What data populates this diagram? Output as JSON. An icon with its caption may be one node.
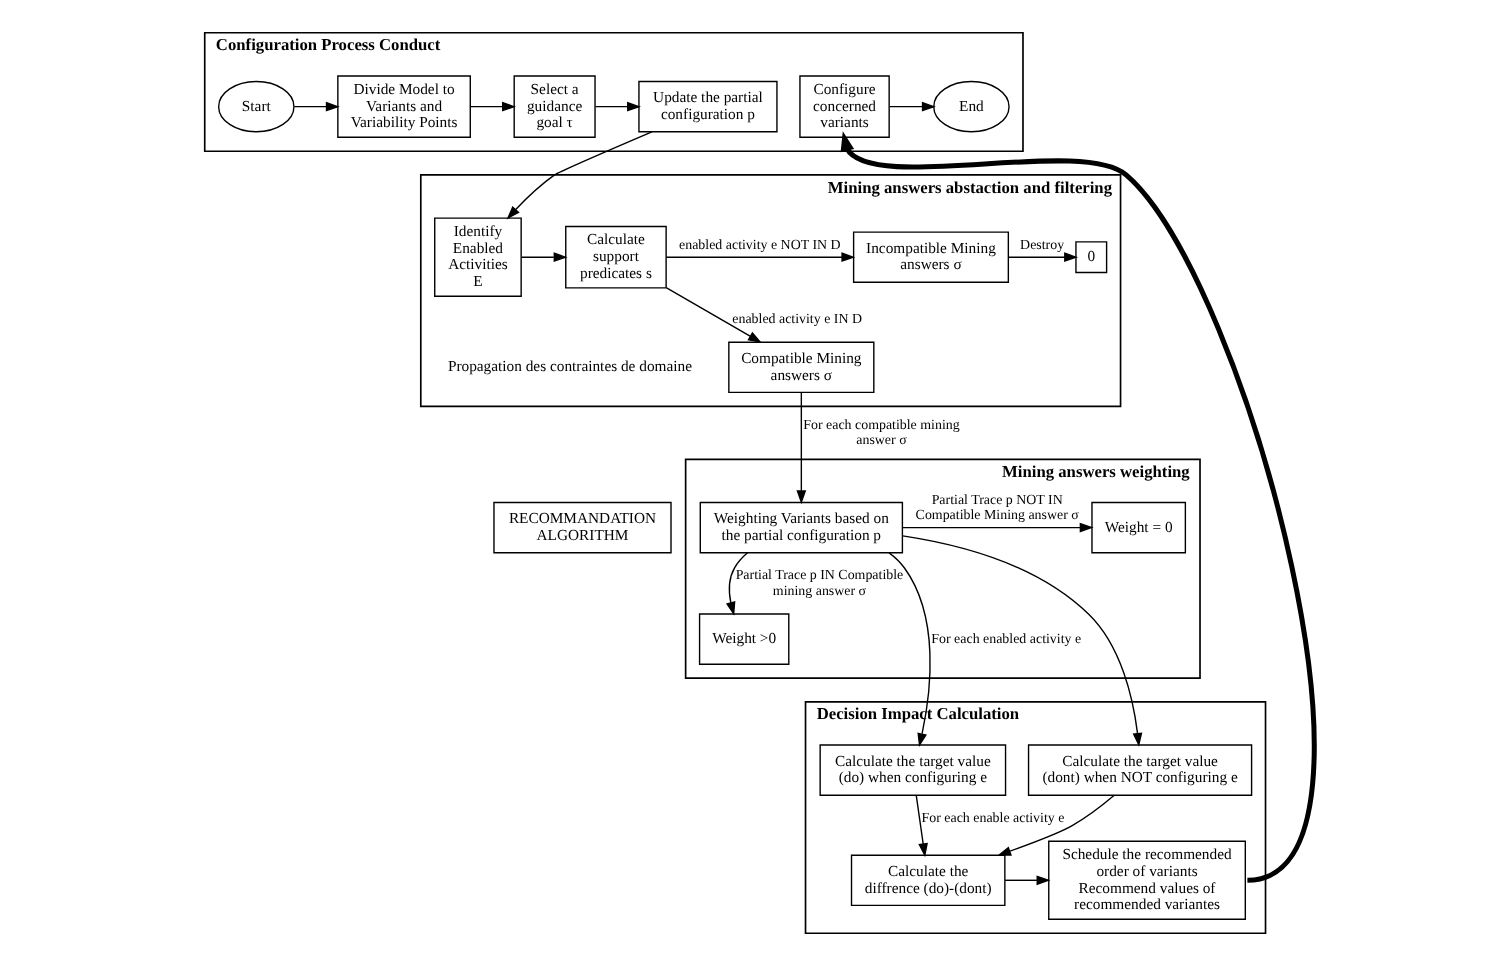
{
  "diagram": {
    "nodes": [
      {
        "text": [
          "Configuration Process Conduct"
        ]
      },
      {
        "text": [
          "Start"
        ],
        "in": 0
      },
      {
        "text": [
          "Divide Model to Variants and Variability Points"
        ],
        "in": 0
      },
      {
        "text": [
          "Select a guidance goal τ"
        ],
        "in": 0
      },
      {
        "text": [
          "Update the partial configuration p"
        ],
        "in": 0
      },
      {
        "text": [
          "Configure concerned variants"
        ],
        "in": 0
      },
      {
        "text": [
          "End"
        ],
        "in": 0
      },
      {
        "text": [
          "RECOMMANDATION ALGORITHM"
        ]
      },
      {
        "text": [
          "Mining answers abstaction and filtering"
        ]
      },
      {
        "text": [
          "Identify Enabled Activities E"
        ],
        "in": 8
      },
      {
        "text": [
          "Calculate support predicates s"
        ],
        "in": 8
      },
      {
        "text": [
          "Incompatible Mining answers σ"
        ],
        "in": 8
      },
      {
        "text": [
          "Compatible Mining answers σ"
        ],
        "in": 8
      },
      {
        "text": [
          "0"
        ],
        "in": 8
      },
      {
        "text": [
          "Mining answers weighting"
        ]
      },
      {
        "text": [
          "Weighting Variants based on the partial configuration p"
        ],
        "in": 14
      },
      {
        "text": [
          "Weight = 0"
        ],
        "in": 14
      },
      {
        "text": [
          "Weight >0"
        ],
        "in": 14
      },
      {
        "text": [
          "Decision Impact Calculation"
        ]
      },
      {
        "text": [
          "Calculate the target value (do) when configuring e"
        ],
        "in": 18
      },
      {
        "text": [
          "Calculate the target value (dont) when NOT configuring e"
        ],
        "in": 18
      },
      {
        "text": [
          "Calculate the diffrence (do)-(dont)"
        ],
        "in": 18
      },
      {
        "text": [
          "Schedule the recommended order of variants",
          "Recommend values of recommended variantes"
        ],
        "in": 18
      }
    ],
    "edges": [
      {
        "from": 1,
        "to": 2,
        "arrow": "to"
      },
      {
        "from": 2,
        "to": 3,
        "arrow": "to"
      },
      {
        "from": 3,
        "to": 4,
        "arrow": "to"
      },
      {
        "from": 4,
        "to": 9,
        "arrow": "to"
      },
      {
        "from": 5,
        "to": 6,
        "arrow": "to"
      },
      {
        "from": 9,
        "to": 10,
        "arrow": "to"
      },
      {
        "from": 10,
        "to": 11,
        "arrow": "to",
        "label": "enabled activity e NOT IN D"
      },
      {
        "from": 10,
        "to": 12,
        "arrow": "to",
        "label": "enabled activity e IN D"
      },
      {
        "from": 11,
        "to": 13,
        "arrow": "to",
        "label": "Destroy"
      },
      {
        "from": 12,
        "to": 15,
        "arrow": "to",
        "label": "For each compatible mining answer σ"
      },
      {
        "from": 15,
        "to": 16,
        "arrow": "to",
        "label": "Partial Trace p NOT IN Compatible Mining answer σ"
      },
      {
        "from": 15,
        "to": 17,
        "arrow": "to",
        "label": "Partial Trace p IN Compatible mining answer σ"
      },
      {
        "from": 15,
        "to": 19,
        "arrow": "to",
        "label": "For each enabled activity e"
      },
      {
        "from": 15,
        "to": 20,
        "arrow": "to"
      },
      {
        "from": 19,
        "to": 21,
        "arrow": "to",
        "label": "For each enable activity e"
      },
      {
        "from": 20,
        "to": 21,
        "arrow": "to"
      },
      {
        "from": 21,
        "to": 22,
        "arrow": "to"
      },
      {
        "from": 22,
        "to": 5,
        "arrow": "to",
        "style": "thick"
      }
    ],
    "labels": [
      "Propagation des contraintes de domaine"
    ]
  }
}
